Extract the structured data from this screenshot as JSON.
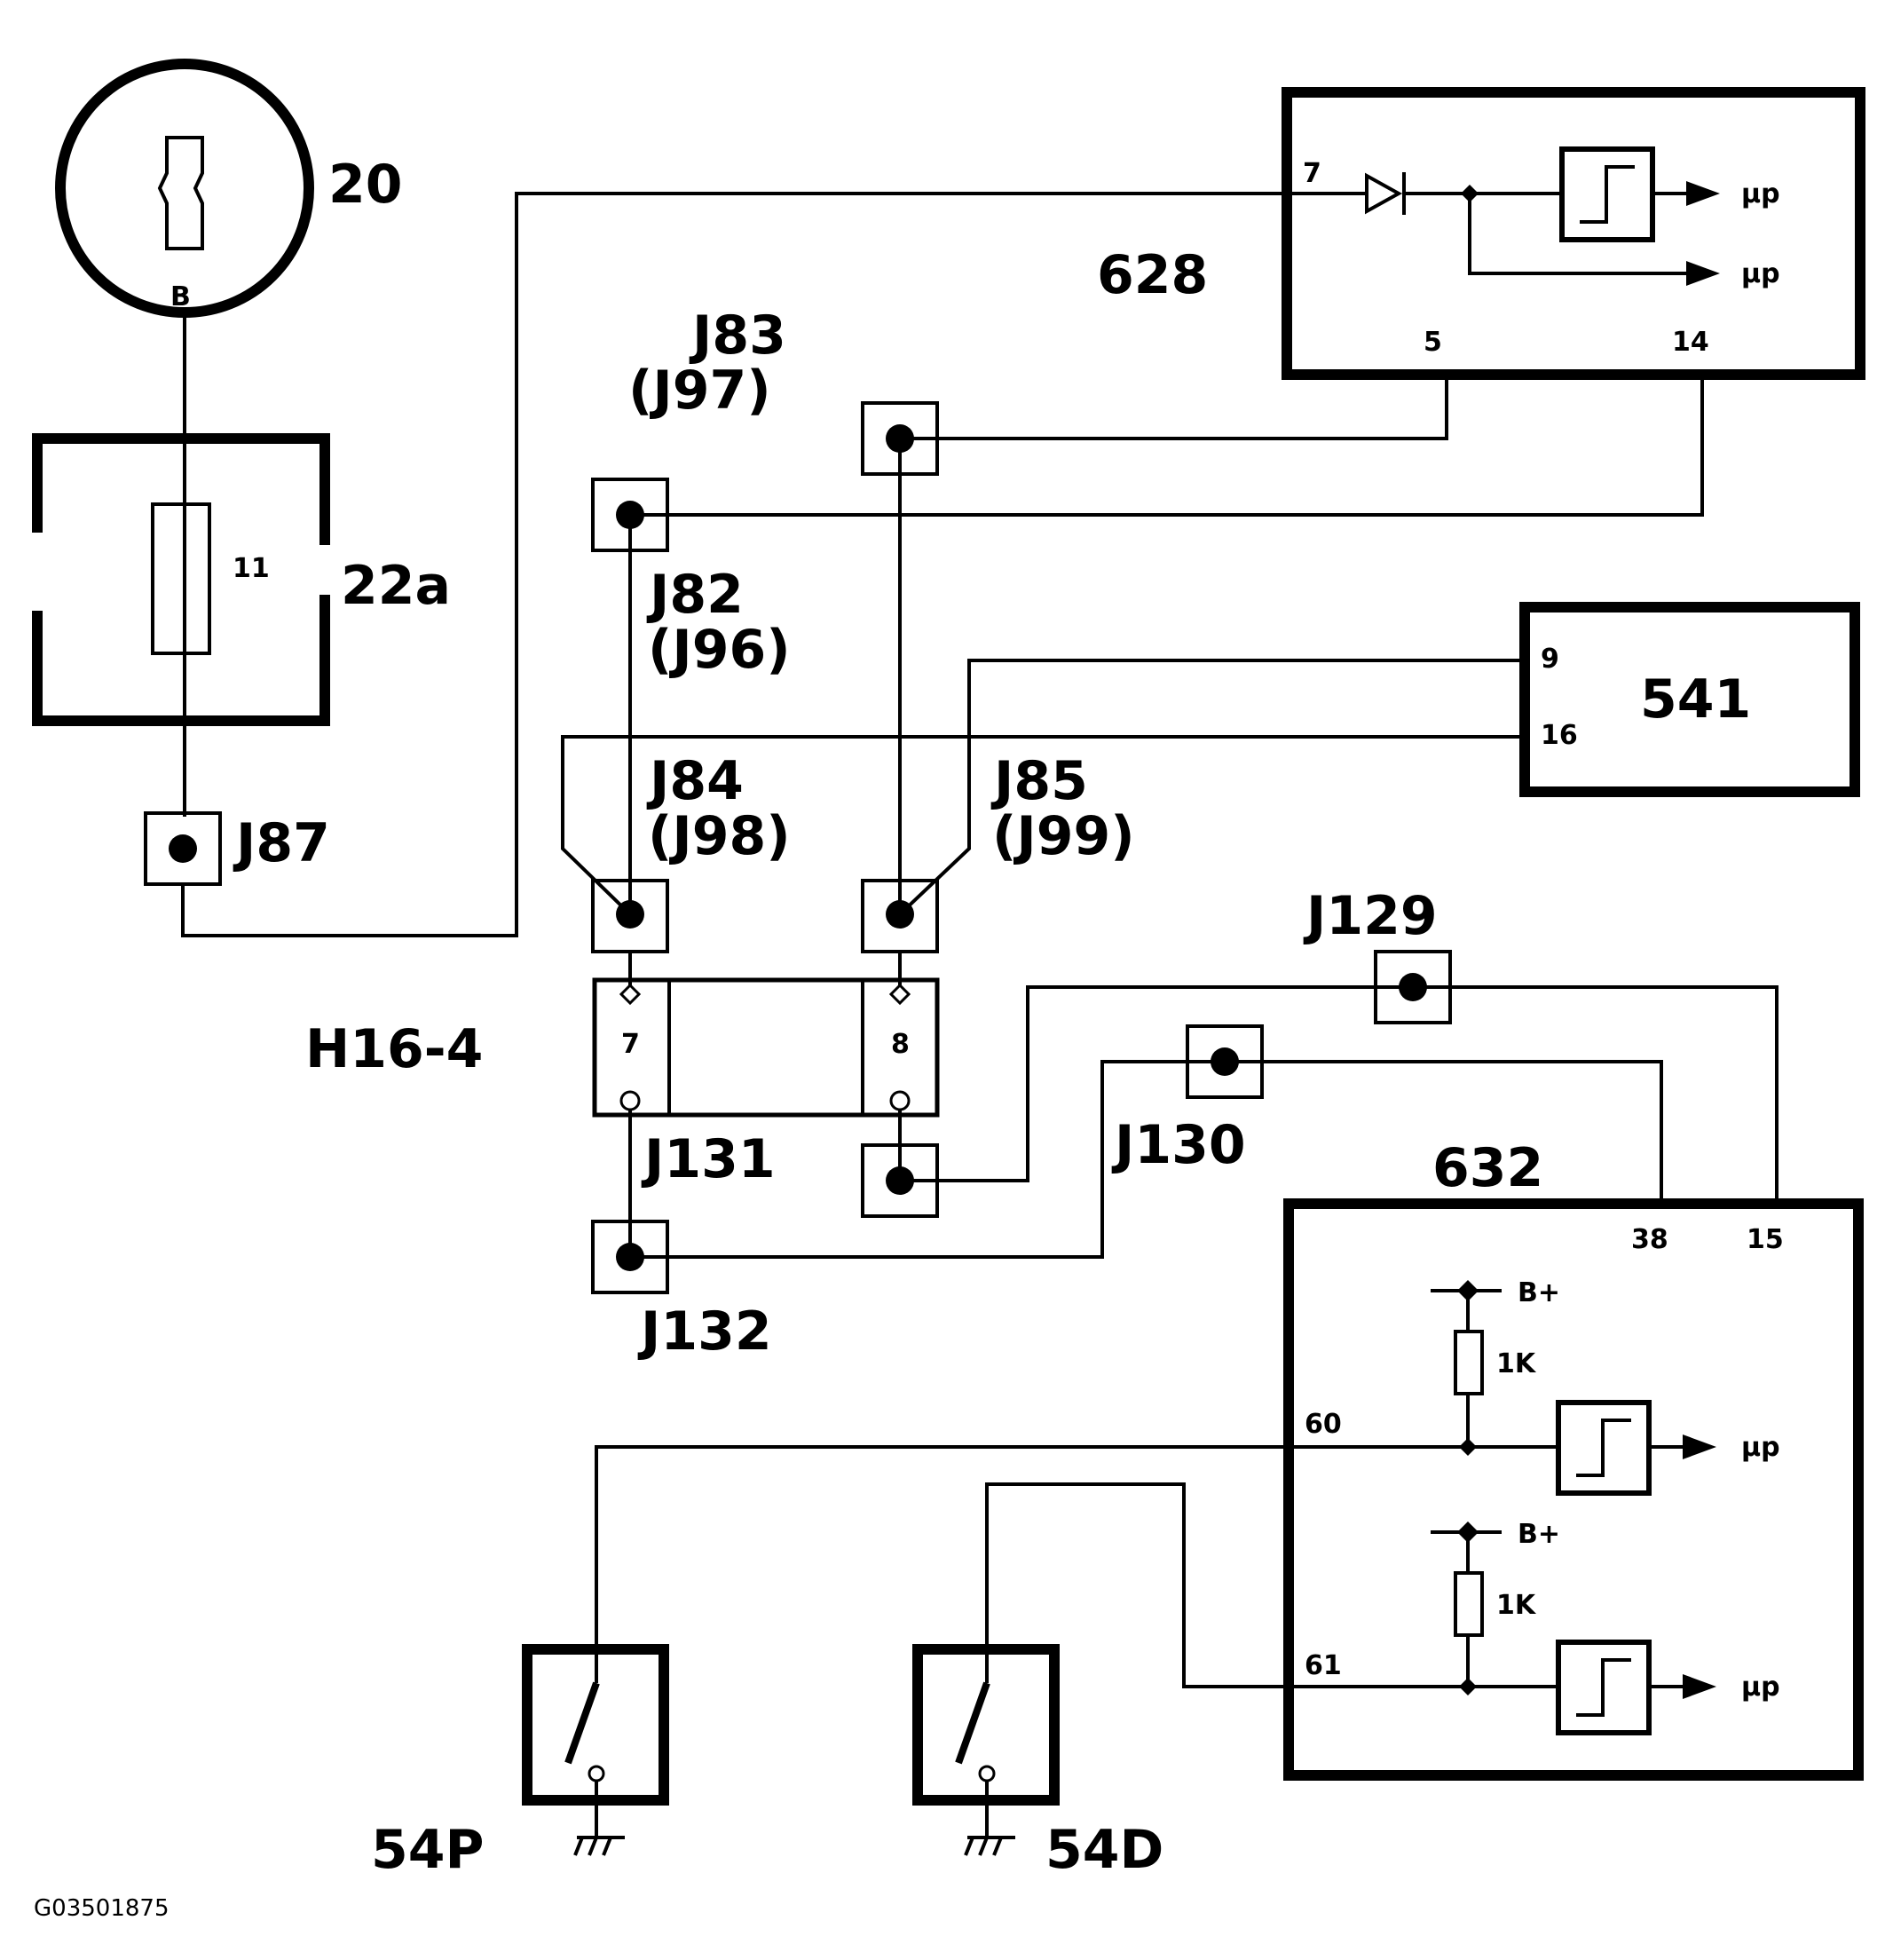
{
  "diagram": {
    "components": {
      "ignition_switch": "20",
      "fuse_box": "22a",
      "fuse_number": "11",
      "switch_terminal": "B",
      "module_628": "628",
      "module_541": "541",
      "module_632": "632",
      "connector_h16": "H16-4",
      "switch_54p": "54P",
      "switch_54d": "54D"
    },
    "splices": {
      "j83": "J83",
      "j97": "(J97)",
      "j82": "J82",
      "j96": "(J96)",
      "j84": "J84",
      "j98": "(J98)",
      "j85": "J85",
      "j99": "(J99)",
      "j87": "J87",
      "j129": "J129",
      "j130": "J130",
      "j131": "J131",
      "j132": "J132"
    },
    "pins": {
      "m628_pin7": "7",
      "m628_pin5": "5",
      "m628_pin14": "14",
      "m541_pin9": "9",
      "m541_pin16": "16",
      "h16_pin7": "7",
      "h16_pin8": "8",
      "m632_pin38": "38",
      "m632_pin15": "15",
      "m632_pin60": "60",
      "m632_pin61": "61"
    },
    "labels": {
      "up1": "µp",
      "up2": "µp",
      "up3": "µp",
      "up4": "µp",
      "bplus1": "B+",
      "bplus2": "B+",
      "r1": "1K",
      "r2": "1K"
    },
    "figure_code": "G03501875"
  }
}
